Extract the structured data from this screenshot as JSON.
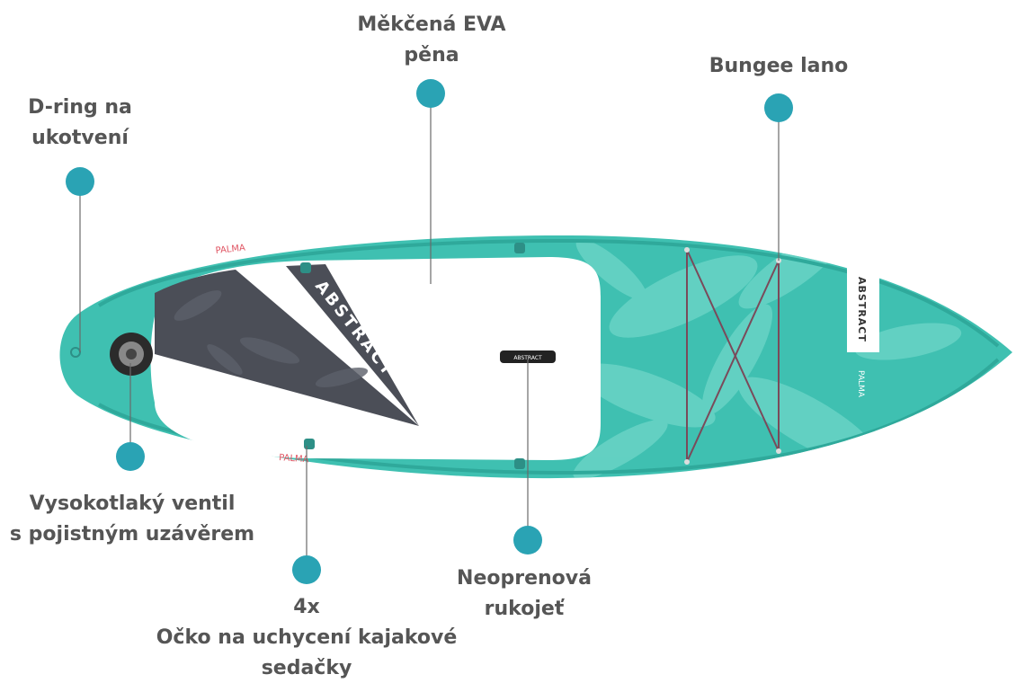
{
  "brand": "ABSTRACT",
  "model": "PALMA",
  "colors": {
    "accent": "#2aa3b4",
    "board": "#3fc0b1",
    "deck_pad": "#ffffff",
    "stripe": "#4a4d55",
    "text": "#555555"
  },
  "callouts": {
    "foam": {
      "lines": [
        "Měkčená EVA",
        "pěna"
      ]
    },
    "bungee": {
      "lines": [
        "Bungee lano"
      ]
    },
    "dring": {
      "lines": [
        "D-ring na",
        "ukotvení"
      ]
    },
    "valve": {
      "lines": [
        "Vysokotlaký ventil",
        "s pojistným uzávěrem"
      ]
    },
    "loops": {
      "lines": [
        "4x",
        "Očko na uchycení kajakové",
        "sedačky"
      ]
    },
    "handle": {
      "lines": [
        "Neoprenová",
        "rukojeť"
      ]
    }
  },
  "icons": {
    "valve": "valve-icon",
    "handle": "handle-icon",
    "dring": "d-ring-icon",
    "loop": "loop-icon"
  }
}
